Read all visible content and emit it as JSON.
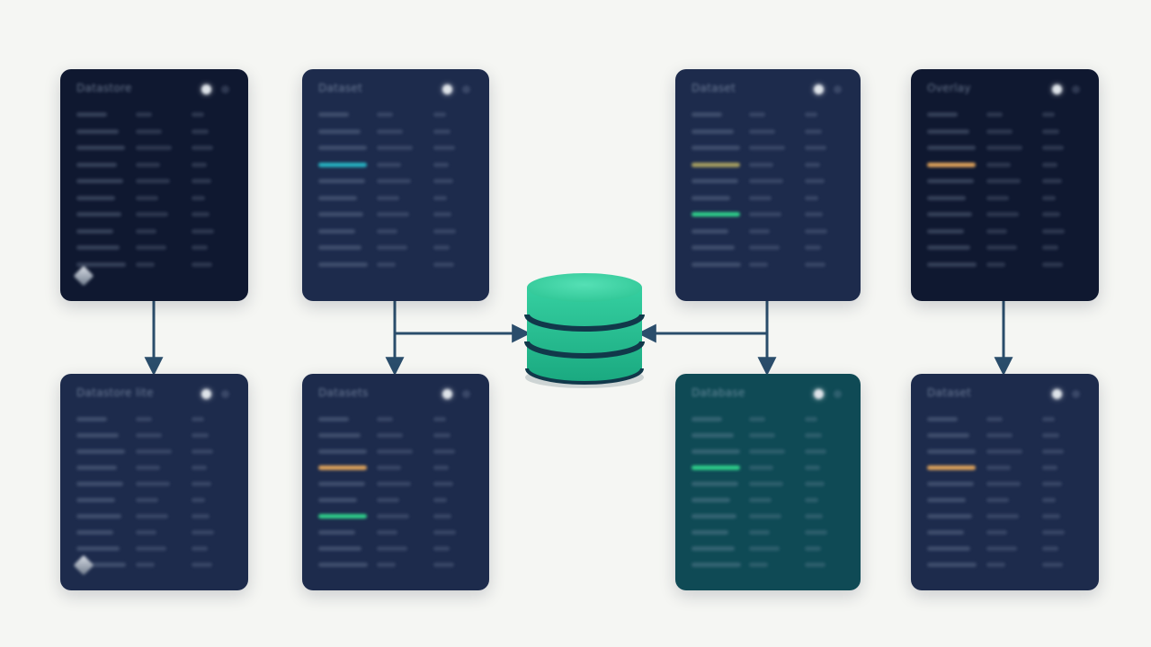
{
  "colors": {
    "background": "#f5f6f3",
    "panel_dark": "#0f1830",
    "panel_navy": "#1d2b4c",
    "panel_teal": "#0f4a55",
    "connector": "#2a4d6b",
    "database_top": "#3ad0a2",
    "database_body": "#22b98a",
    "accent_green": "#2fd08a",
    "accent_teal": "#27b3c2",
    "accent_amber": "#e0a35a",
    "accent_olive": "#a8a060"
  },
  "icons": {
    "database": "database-cylinder-icon",
    "toggle": "toggle-knob-icon",
    "logo": "cube-logo-icon"
  },
  "panels": [
    {
      "id": "top-left",
      "title": "Datastore",
      "style": "dark",
      "logo": true,
      "row_accents": [],
      "rows": 10
    },
    {
      "id": "top-second",
      "title": "Dataset",
      "style": "navy",
      "logo": false,
      "row_accents": [
        "teal"
      ],
      "rows": 10
    },
    {
      "id": "top-third",
      "title": "Dataset",
      "style": "navy",
      "logo": false,
      "row_accents": [
        "olive",
        "green"
      ],
      "rows": 10
    },
    {
      "id": "top-right",
      "title": "Overlay",
      "style": "dark",
      "logo": false,
      "row_accents": [
        "amber"
      ],
      "rows": 10
    },
    {
      "id": "bottom-left",
      "title": "Datastore lite",
      "style": "navy",
      "logo": true,
      "row_accents": [],
      "rows": 10
    },
    {
      "id": "bottom-second",
      "title": "Datasets",
      "style": "navy",
      "logo": false,
      "row_accents": [
        "amber",
        "green"
      ],
      "rows": 10
    },
    {
      "id": "bottom-third",
      "title": "Database",
      "style": "teal",
      "logo": false,
      "row_accents": [
        "green"
      ],
      "rows": 10
    },
    {
      "id": "bottom-right",
      "title": "Dataset",
      "style": "navy",
      "logo": false,
      "row_accents": [
        "amber"
      ],
      "rows": 10
    }
  ],
  "connections": [
    {
      "from": "top-left",
      "to": "bottom-left"
    },
    {
      "from": "top-second",
      "to": "bottom-second"
    },
    {
      "from": "top-second",
      "to": "database"
    },
    {
      "from": "top-third",
      "to": "database"
    },
    {
      "from": "top-third",
      "to": "bottom-third"
    },
    {
      "from": "top-right",
      "to": "bottom-right"
    }
  ]
}
